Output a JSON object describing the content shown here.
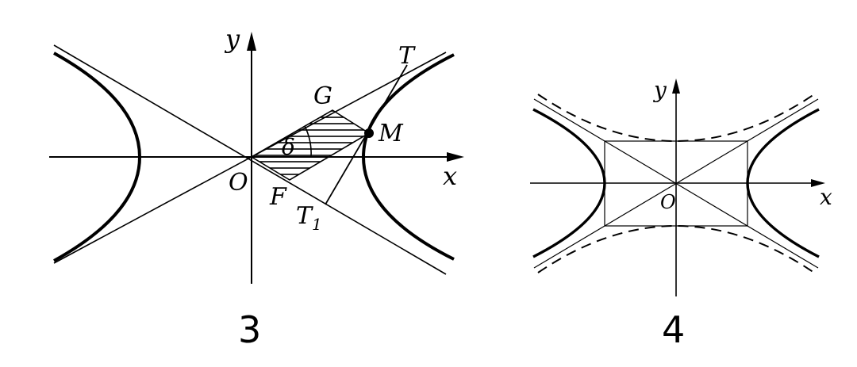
{
  "figure3": {
    "number": "3",
    "labels": {
      "y": "y",
      "x": "x",
      "origin": "O",
      "G": "G",
      "M": "M",
      "T": "T",
      "F": "F",
      "T1_base": "T",
      "T1_sub": "1",
      "delta": "δ"
    }
  },
  "figure4": {
    "number": "4",
    "labels": {
      "y": "y",
      "x": "x",
      "origin": "O"
    }
  },
  "colors": {
    "ink": "#000000",
    "background": "#ffffff"
  }
}
